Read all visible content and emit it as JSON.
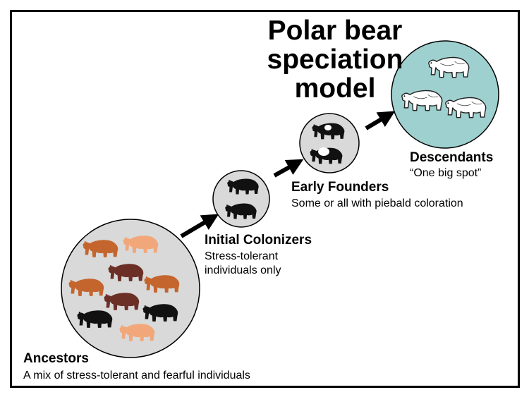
{
  "title": "Polar bear speciation model",
  "stages": [
    {
      "name": "Ancestors",
      "description": "A mix of stress-tolerant and fearful individuals"
    },
    {
      "name": "Initial Colonizers",
      "description": "Stress-tolerant individuals only"
    },
    {
      "name": "Early Founders",
      "description": "Some or all with piebald coloration"
    },
    {
      "name": "Descendants",
      "description": "“One big spot”"
    }
  ],
  "icons": {
    "bear": "brown-bear-icon",
    "polar_bear": "polar-bear-icon",
    "arrow": "arrow-icon"
  },
  "colors": {
    "circle_fill": "#d9d9d9",
    "descendants_fill": "#9ed0cf",
    "bear_light": "#f2a77a",
    "bear_orange": "#c4652e",
    "bear_dark": "#6b2f26",
    "bear_black": "#111111",
    "polar_bear": "#ffffff"
  }
}
